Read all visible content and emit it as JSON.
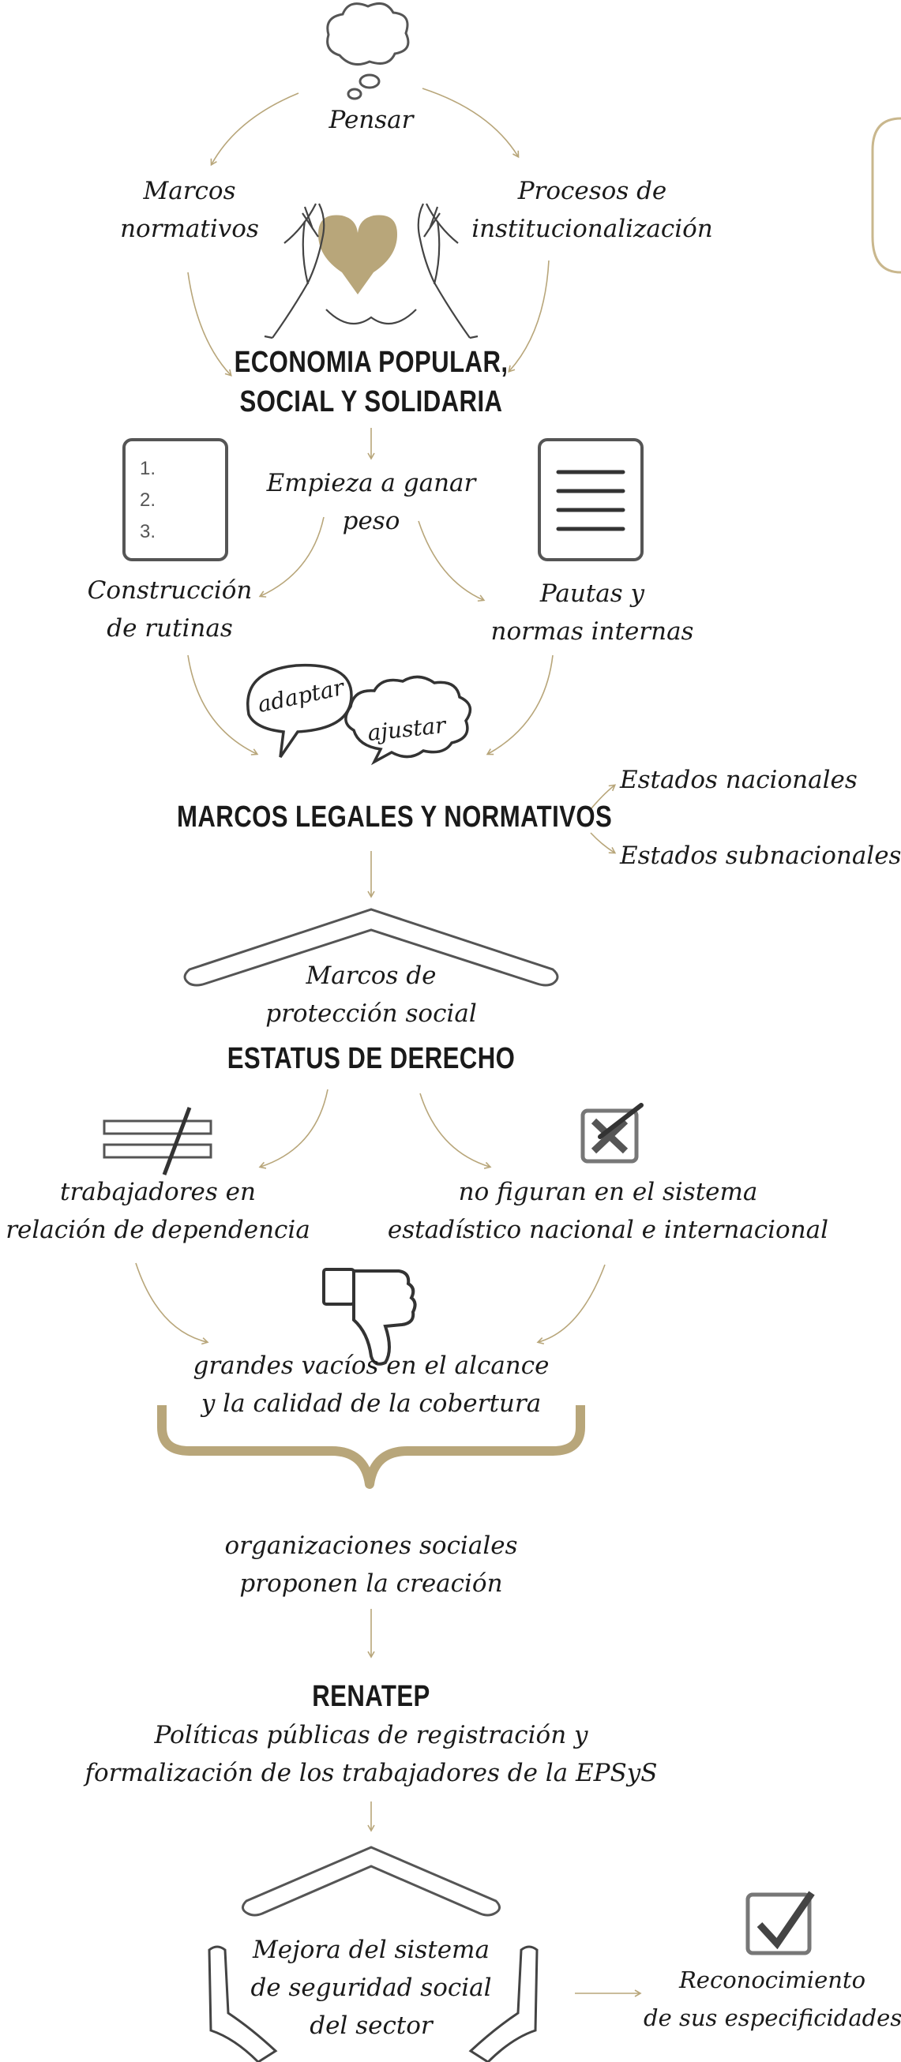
{
  "colors": {
    "accent": "#b8a67a",
    "ink": "#1a1a1a",
    "gray": "#777777"
  },
  "nodes": {
    "pensar": "Pensar",
    "marcos_normativos": [
      "Marcos",
      "normativos"
    ],
    "procesos": [
      "Procesos de",
      "institucionalización"
    ],
    "economia": [
      "ECONOMIA POPULAR,",
      "SOCIAL Y SOLIDARIA"
    ],
    "empieza": [
      "Empieza a ganar",
      "peso"
    ],
    "construccion": [
      "Construcción",
      "de rutinas"
    ],
    "pautas": [
      "Pautas y",
      "normas internas"
    ],
    "adaptar": "adaptar",
    "ajustar": "ajustar",
    "marcos_legales": "MARCOS LEGALES Y NORMATIVOS",
    "estados_nacionales": "Estados nacionales",
    "estados_subnacionales": "Estados subnacionales",
    "marcos_proteccion": [
      "Marcos de",
      "protección social"
    ],
    "estatus": "ESTATUS DE DERECHO",
    "trabajadores": [
      "trabajadores en",
      "relación de dependencia"
    ],
    "no_figuran": [
      "no figuran en el sistema",
      "estadístico nacional e internacional"
    ],
    "grandes_vacios": [
      "grandes vacíos en el alcance",
      "y la calidad de la cobertura"
    ],
    "organizaciones": [
      "organizaciones sociales",
      "proponen la creación"
    ],
    "renatep": "RENATEP",
    "politicas": [
      "Políticas públicas de registración y",
      "formalización de los trabajadores de la EPSyS"
    ],
    "mejora": [
      "Mejora del sistema",
      "de seguridad social",
      "del sector"
    ],
    "reconocimiento": [
      "Reconocimiento",
      "de sus especificidades"
    ]
  },
  "list_numbers": [
    "1.",
    "2.",
    "3."
  ],
  "icons": [
    "thought-cloud-icon",
    "heart-hands-icon",
    "numbered-list-icon",
    "lines-document-icon",
    "speech-bubble-icon",
    "speech-cloud-icon",
    "roof-icon",
    "not-equal-icon",
    "checkbox-x-icon",
    "thumbs-down-icon",
    "curly-brace-icon",
    "checkbox-check-icon",
    "open-hands-icon"
  ]
}
